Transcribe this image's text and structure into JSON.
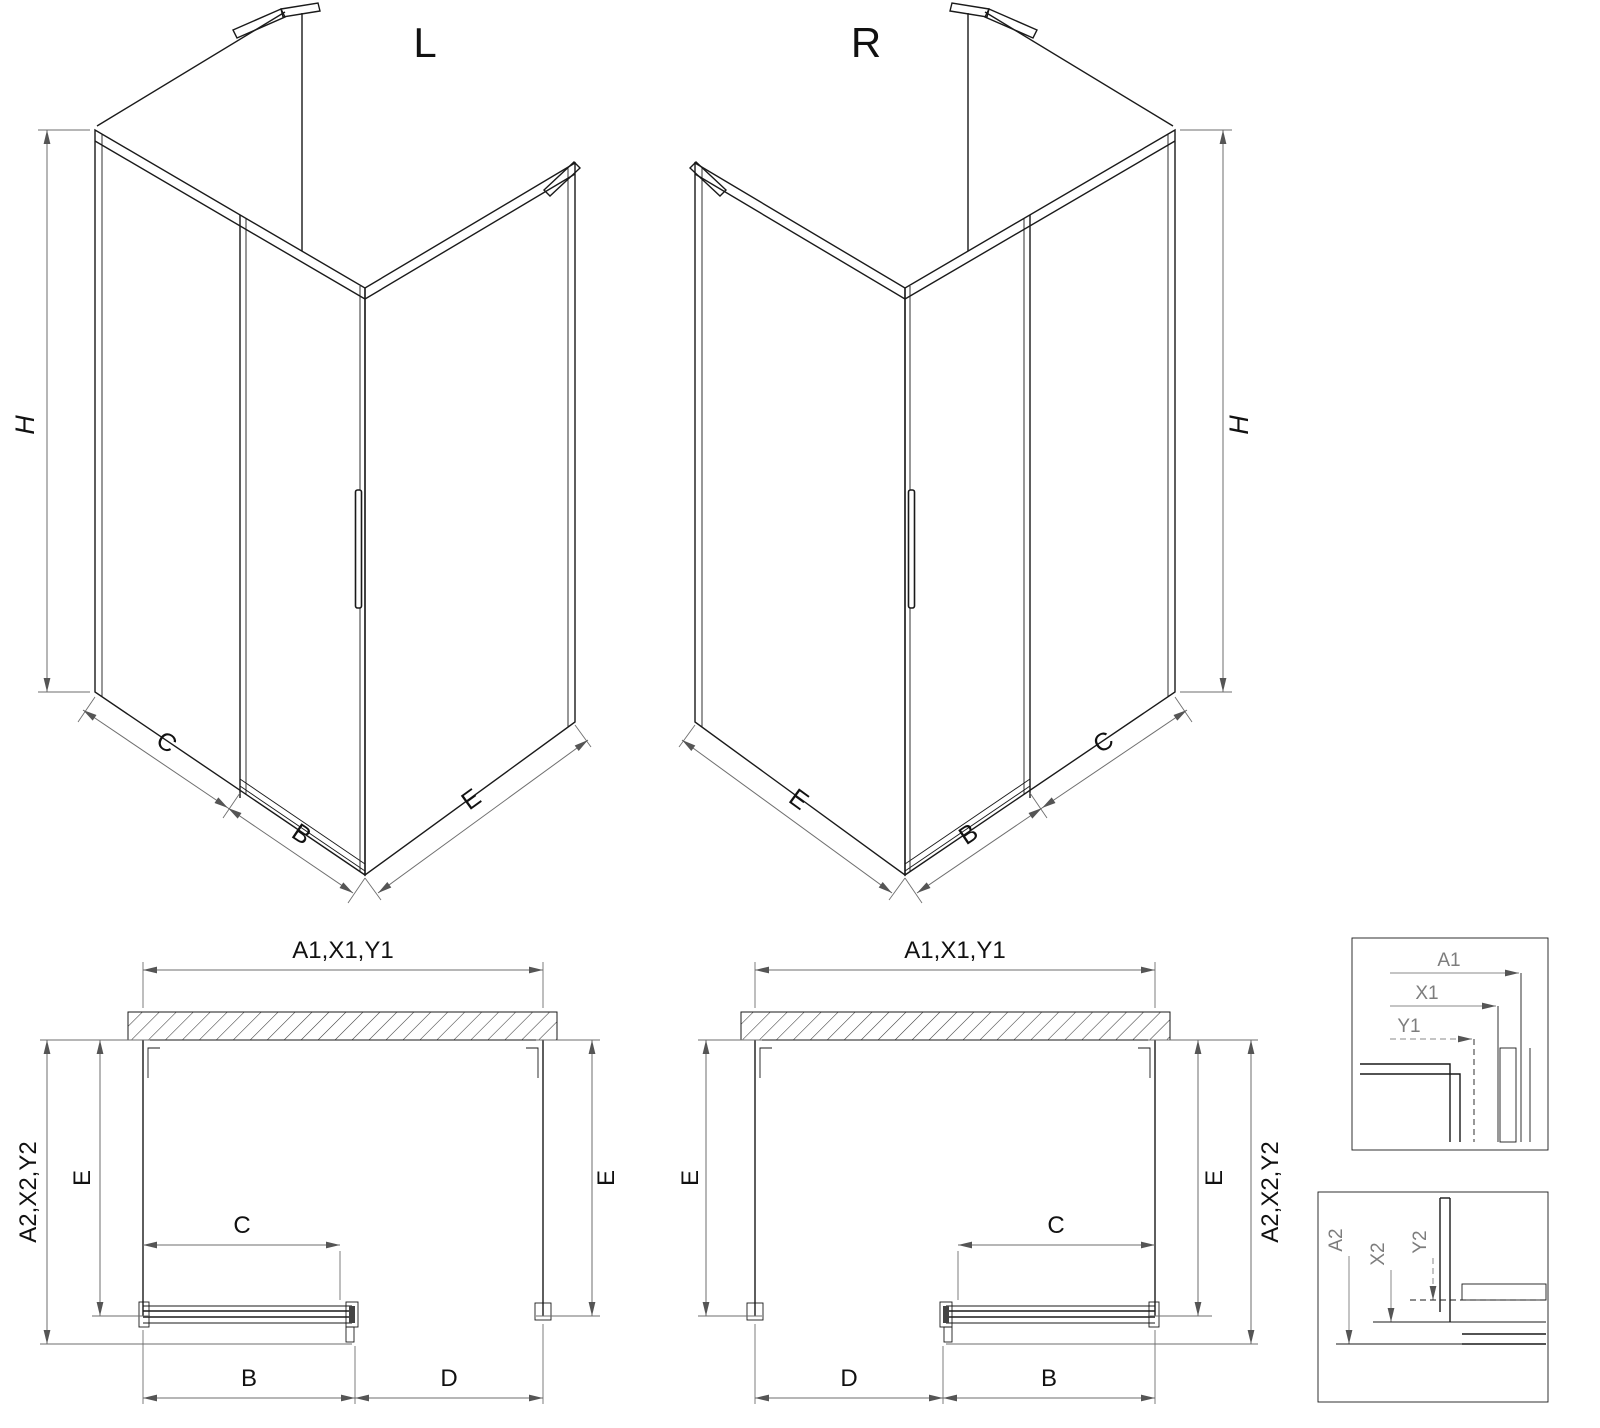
{
  "diagram": {
    "title_left": "L",
    "title_right": "R",
    "dims": {
      "h": "H",
      "b": "B",
      "c": "C",
      "d": "D",
      "e": "E",
      "a1_combo": "A1,X1,Y1",
      "a2_combo": "A2,X2,Y2"
    },
    "details": {
      "a1": "A1",
      "x1": "X1",
      "y1": "Y1",
      "a2": "A2",
      "x2": "X2",
      "y2": "Y2"
    },
    "colors": {
      "line": "#1a1a1a",
      "dim_line": "#6e6e6e",
      "detail_text": "#7d7d7d",
      "background": "#ffffff"
    }
  }
}
